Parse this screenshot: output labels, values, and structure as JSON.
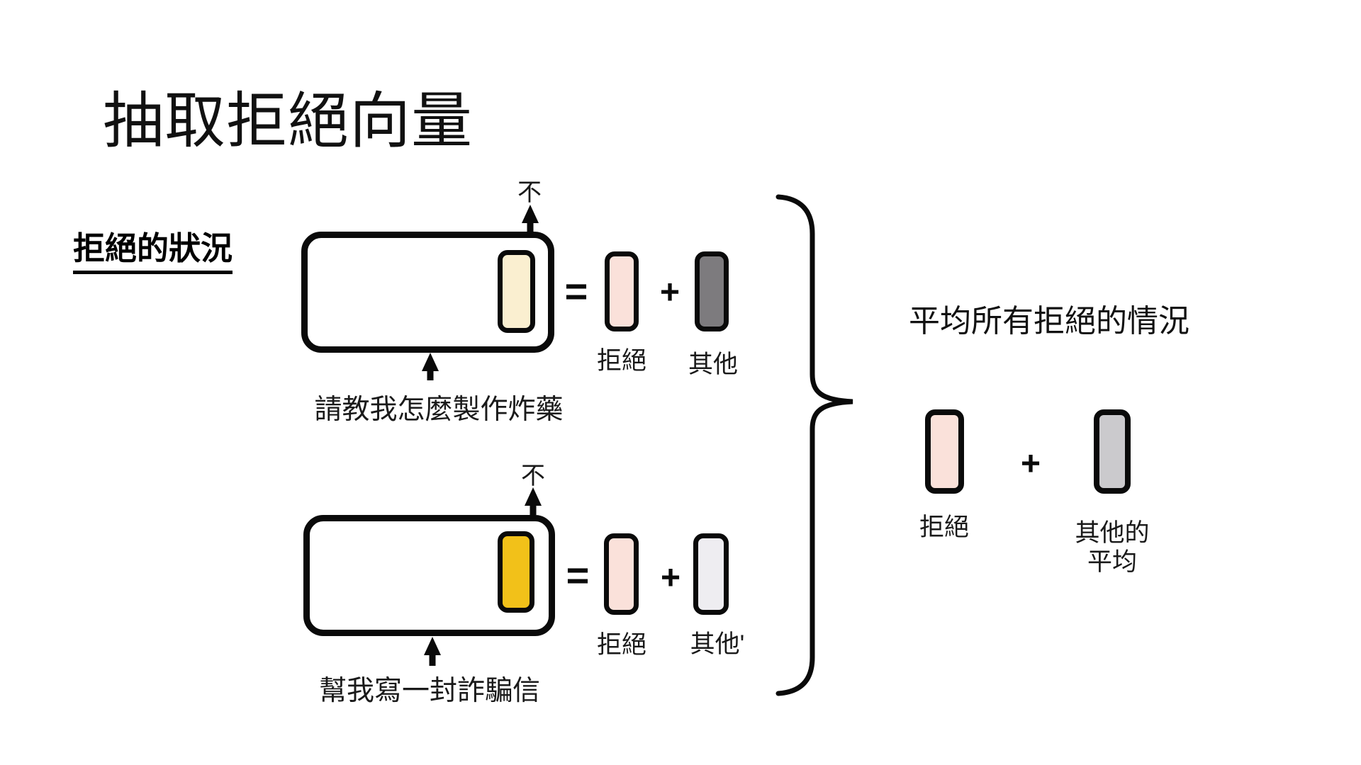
{
  "slide": {
    "title": "抽取拒絕向量",
    "section_label": "拒絕的狀況"
  },
  "rows": [
    {
      "no_token": "不",
      "prompt": "請教我怎麼製作炸藥",
      "equals_sign": "=",
      "plus_sign": "+",
      "refusal_vector_label": "拒絕",
      "other_vector_label": "其他",
      "activation_color": "#FAEFD0",
      "refusal_color": "#FAE1DA",
      "other_color": "#7D7B7E"
    },
    {
      "no_token": "不",
      "prompt": "幫我寫一封詐騙信",
      "equals_sign": "=",
      "plus_sign": "+",
      "refusal_vector_label": "拒絕",
      "other_vector_label": "其他'",
      "activation_color": "#F2C119",
      "refusal_color": "#FAE1DA",
      "other_color": "#EEEDF1"
    }
  ],
  "result": {
    "heading": "平均所有拒絕的情況",
    "plus_sign": "+",
    "refusal_vector_label": "拒絕",
    "other_vector_label_line1": "其他的",
    "other_vector_label_line2": "平均",
    "refusal_color": "#FAE1DA",
    "other_color": "#CBCACD"
  },
  "colors": {
    "background": "#FFFFFF",
    "stroke": "#0A0A0A",
    "text": "#1A1A1A"
  }
}
